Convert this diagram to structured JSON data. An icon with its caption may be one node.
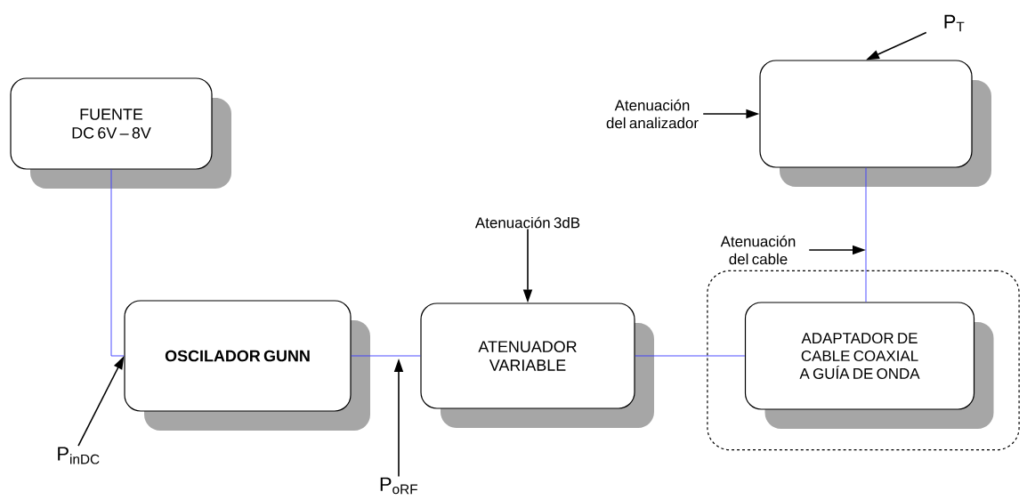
{
  "diagram": {
    "nodes": [
      {
        "text": [
          "FUENTE DC 6V – 8V"
        ]
      },
      {
        "text": [
          "OSCILADOR GUNN"
        ]
      },
      {
        "text": [
          "ATENUADOR VARIABLE"
        ]
      },
      {
        "text": [],
        "shape": "box"
      },
      {
        "text": [
          "ADAPTADOR DE CABLE COAXIAL A GUÍA DE ONDA"
        ],
        "in": 3
      },
      {
        "text": [],
        "shape": "box"
      },
      {
        "text": [
          "Atenuación del analizador"
        ]
      },
      {
        "text": [
          "Atenuación 3dB"
        ]
      },
      {
        "text": [
          "Atenuación del cable"
        ]
      },
      {
        "text": [
          "P$_{T}$"
        ]
      },
      {
        "text": [
          "P$_{inDC}$"
        ]
      },
      {
        "text": [
          "P$_{oRF}$"
        ]
      }
    ],
    "edges": [
      {
        "from": 0,
        "to": 1,
        "arrow": "none",
        "color": "#3a3aff"
      },
      {
        "from": 1,
        "to": 2,
        "arrow": "none",
        "color": "#3a3aff"
      },
      {
        "from": 2,
        "to": 4,
        "arrow": "none",
        "color": "#3a3aff"
      },
      {
        "from": 5,
        "to": 4,
        "arrow": "none",
        "color": "#3a3aff"
      },
      {
        "from": 6,
        "to": 5,
        "arrow": "to"
      },
      {
        "from": 7,
        "to": 2,
        "arrow": "to"
      },
      {
        "from": 8,
        "to": null,
        "arrow": "to"
      },
      {
        "from": 9,
        "to": 5,
        "arrow": "to"
      },
      {
        "from": 10,
        "to": 1,
        "arrow": "to"
      },
      {
        "from": 11,
        "to": null,
        "arrow": "to"
      }
    ]
  }
}
